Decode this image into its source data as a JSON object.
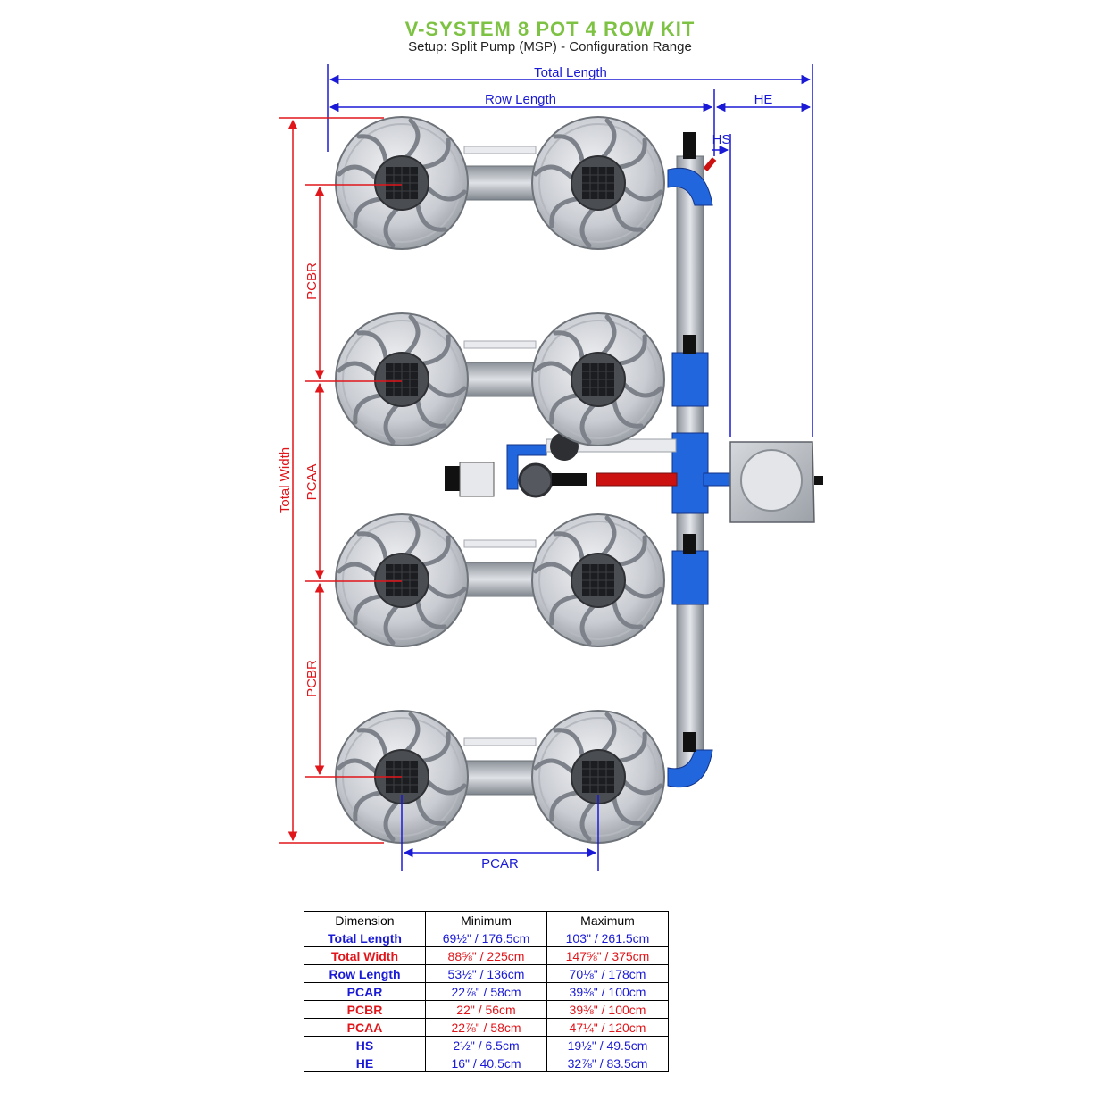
{
  "header": {
    "title": "V-SYSTEM 8 POT 4 ROW KIT",
    "subtitle": "Setup: Split Pump (MSP) - Configuration Range"
  },
  "labels": {
    "total_length": "Total Length",
    "row_length": "Row Length",
    "he": "HE",
    "hs": "HS",
    "pcbr_top": "PCBR",
    "pcaa": "PCAA",
    "pcbr_bottom": "PCBR",
    "total_width": "Total Width",
    "pcar": "PCAR"
  },
  "colors": {
    "title": "#7dc242",
    "blue_dim": "#1a1ad6",
    "red_dim": "#e0161b",
    "pipe_blue": "#2266dd",
    "pipe_red": "#cc1111"
  },
  "table": {
    "headers": [
      "Dimension",
      "Minimum",
      "Maximum"
    ],
    "rows": [
      {
        "name": "Total Length",
        "min": "69½\" / 176.5cm",
        "max": "103\" / 261.5cm",
        "color": "blue"
      },
      {
        "name": "Total Width",
        "min": "88⅝\" / 225cm",
        "max": "147⅝\" / 375cm",
        "color": "red"
      },
      {
        "name": "Row Length",
        "min": "53½\" / 136cm",
        "max": "70⅛\" / 178cm",
        "color": "blue"
      },
      {
        "name": "PCAR",
        "min": "22⅞\" / 58cm",
        "max": "39⅜\" / 100cm",
        "color": "blue"
      },
      {
        "name": "PCBR",
        "min": "22\" / 56cm",
        "max": "39⅜\" / 100cm",
        "color": "red"
      },
      {
        "name": "PCAA",
        "min": "22⅞\" / 58cm",
        "max": "47¼\" / 120cm",
        "color": "red"
      },
      {
        "name": "HS",
        "min": "2½\" / 6.5cm",
        "max": "19½\" / 49.5cm",
        "color": "blue"
      },
      {
        "name": "HE",
        "min": "16\" / 40.5cm",
        "max": "32⅞\" / 83.5cm",
        "color": "blue"
      }
    ]
  }
}
